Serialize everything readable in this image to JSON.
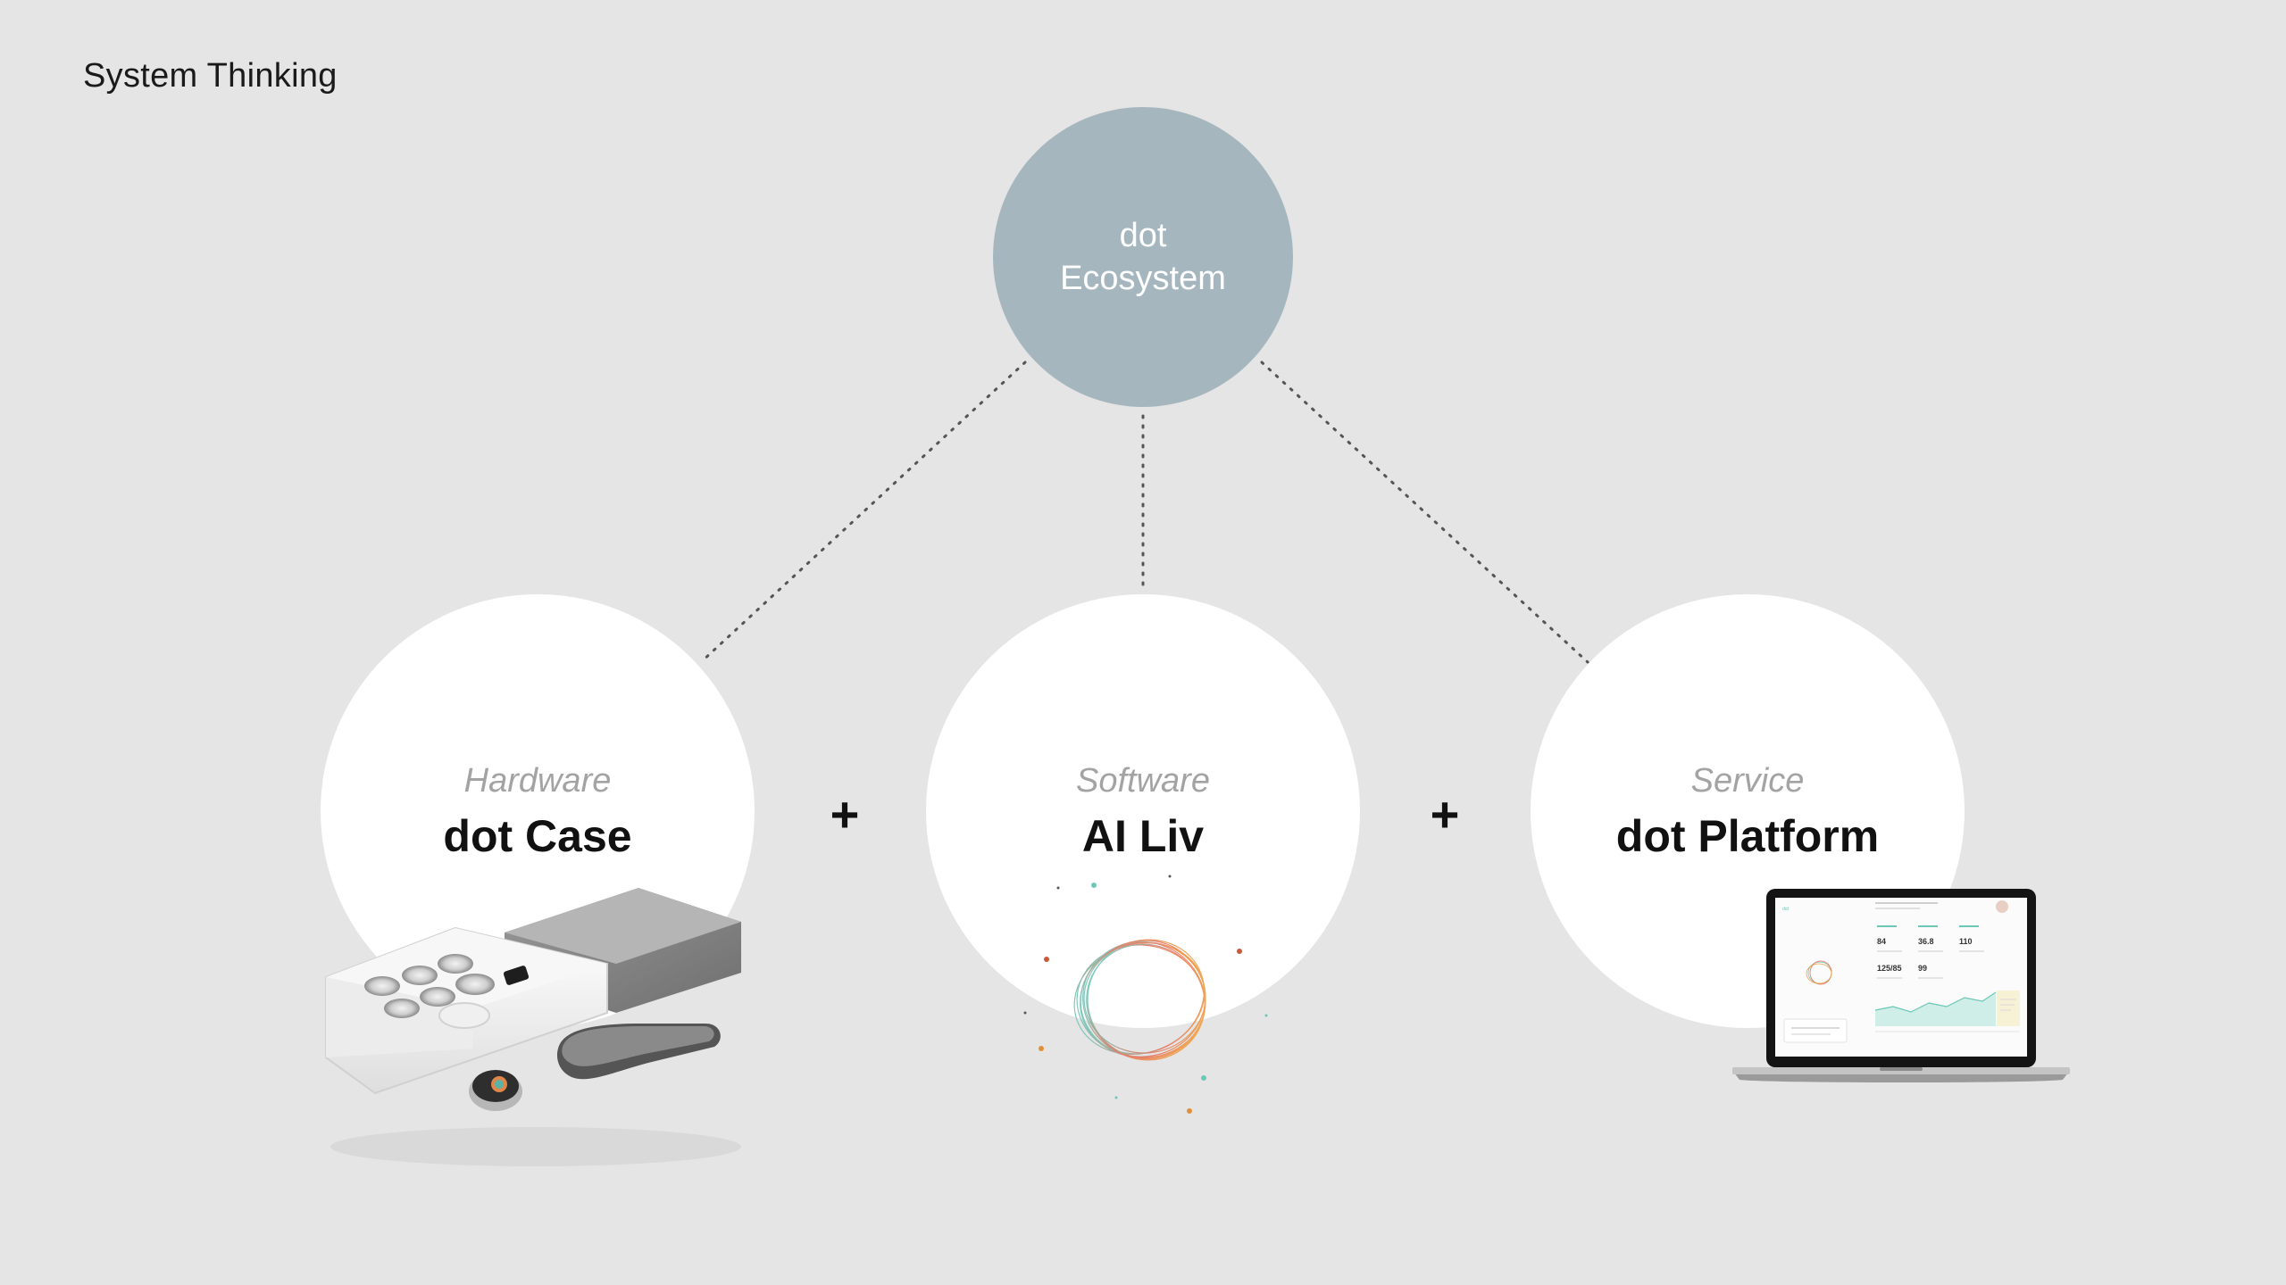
{
  "page_title": "System Thinking",
  "hub": {
    "line1": "dot",
    "line2": "Ecosystem",
    "color": "#a6b6bf"
  },
  "nodes": [
    {
      "category": "Hardware",
      "name": "dot Case"
    },
    {
      "category": "Software",
      "name": "AI Liv"
    },
    {
      "category": "Service",
      "name": "dot Platform"
    }
  ],
  "operators": [
    "+",
    "+"
  ],
  "dashboard": {
    "metrics": [
      "84",
      "36.8",
      "110",
      "125/85",
      "99"
    ]
  },
  "colors": {
    "background": "#e4e5e4",
    "accent_teal": "#6cc7b8",
    "accent_orange": "#f08a4b"
  }
}
